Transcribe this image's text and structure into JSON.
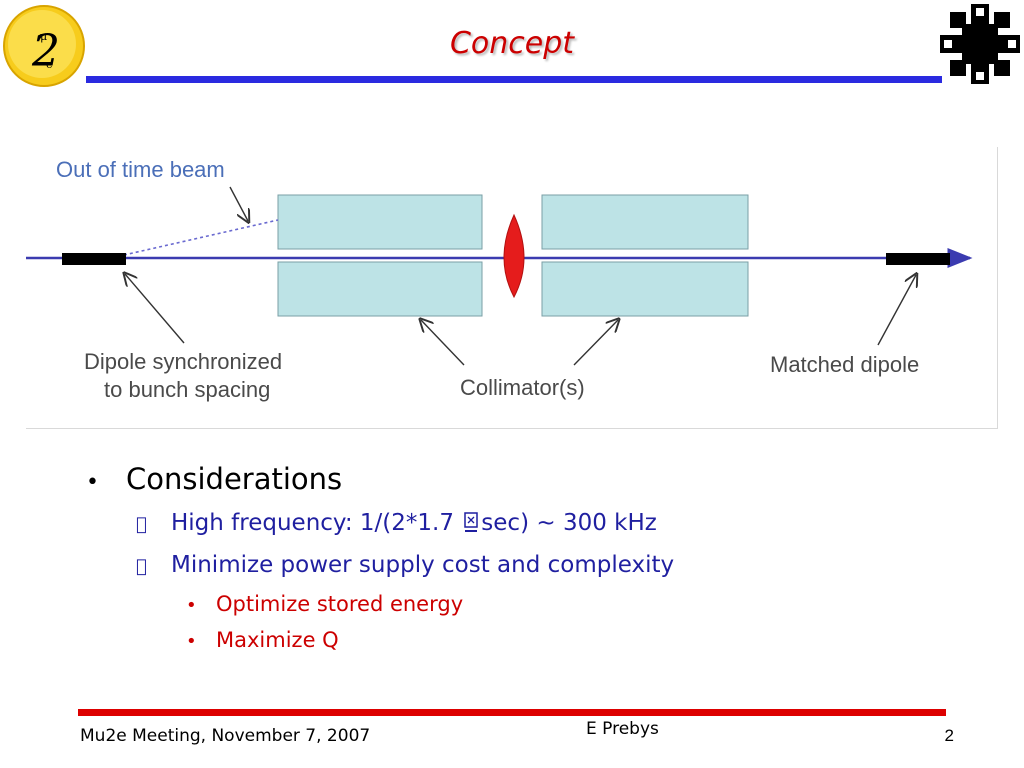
{
  "slide": {
    "title": "Concept",
    "logo_left": {
      "icon": "mu2e-logo-icon",
      "glyph_mu": "μ",
      "glyph_2": "2",
      "glyph_e": "e"
    },
    "logo_right": {
      "icon": "fermilab-logo-icon"
    }
  },
  "diagram": {
    "labels": {
      "out_of_time_beam": "Out of time beam",
      "dipole_line1": "Dipole synchronized",
      "dipole_line2": "to bunch spacing",
      "collimators": "Collimator(s)",
      "matched_dipole": "Matched dipole"
    },
    "colors": {
      "beam_line": "#3b3bb0",
      "collimator_fill": "#bde3e6",
      "lens_fill": "#e51c1c",
      "dipole_bar": "#000000",
      "label_blue": "#4b6fb8"
    }
  },
  "bullets": {
    "level1": {
      "text": "Considerations",
      "mark": "•"
    },
    "level2": [
      {
        "mark": "",
        "text_before": "High frequency: 1/(2*1.7 ",
        "symbol_icon": "mu-symbol-icon",
        "text_after": "sec) ~ 300 kHz"
      },
      {
        "mark": "",
        "text": "Minimize power supply cost and complexity"
      }
    ],
    "level3": [
      {
        "mark": "•",
        "text": "Optimize stored energy"
      },
      {
        "mark": "•",
        "text": "Maximize Q"
      }
    ]
  },
  "footer": {
    "left": "Mu2e Meeting, November 7, 2007",
    "center": "E Prebys",
    "page": "2",
    "colors": {
      "top_rule": "#2a2ae0",
      "bottom_rule": "#dd0000"
    }
  }
}
